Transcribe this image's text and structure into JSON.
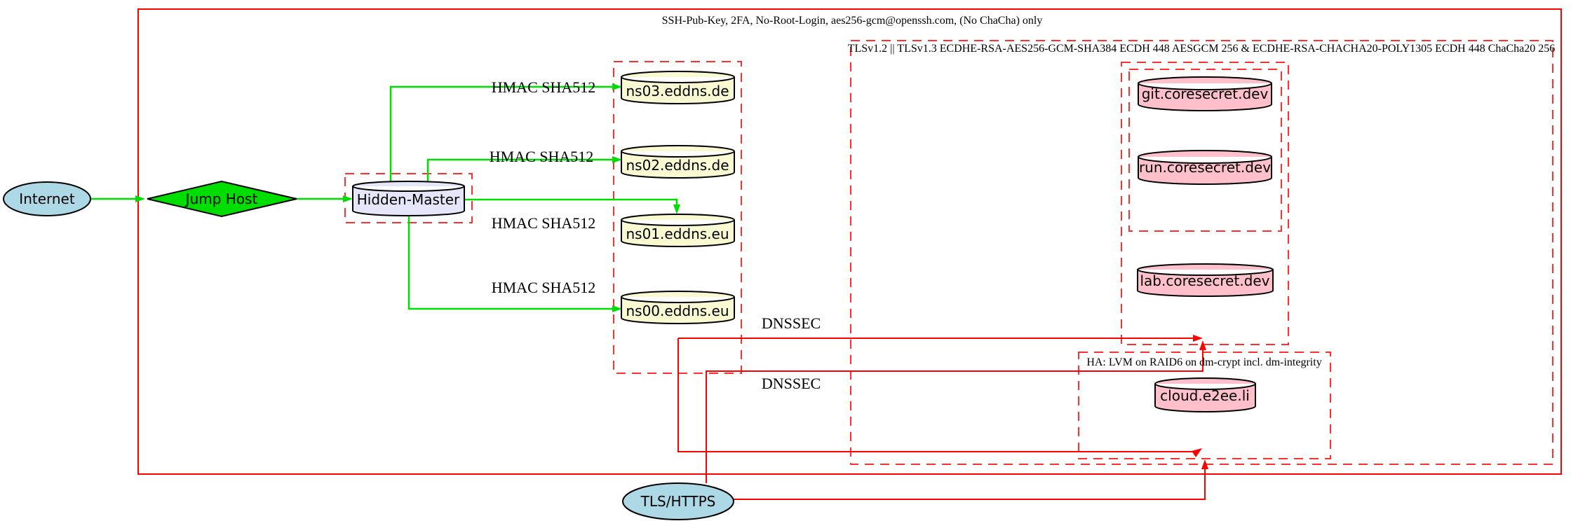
{
  "diagram": {
    "clusters": {
      "ssh": {
        "label": "SSH-Pub-Key, 2FA, No-Root-Login, aes256-gcm@openssh.com, (No ChaCha) only"
      },
      "tls": {
        "label": "TLSv1.2 || TLSv1.3 ECDHE-RSA-AES256-GCM-SHA384 ECDH 448 AESGCM 256 & ECDHE-RSA-CHACHA20-POLY1305 ECDH 448 ChaCha20 256"
      },
      "ha": {
        "label": "HA: LVM on RAID6 on dm-crypt incl. dm-integrity"
      }
    },
    "nodes": {
      "internet": {
        "label": "Internet"
      },
      "jump_host": {
        "label": "Jump Host"
      },
      "hidden_master": {
        "label": "Hidden-Master"
      },
      "ns03": {
        "label": "ns03.eddns.de"
      },
      "ns02": {
        "label": "ns02.eddns.de"
      },
      "ns01": {
        "label": "ns01.eddns.eu"
      },
      "ns00": {
        "label": "ns00.eddns.eu"
      },
      "git": {
        "label": "git.coresecret.dev"
      },
      "run": {
        "label": "run.coresecret.dev"
      },
      "lab": {
        "label": "lab.coresecret.dev"
      },
      "cloud": {
        "label": "cloud.e2ee.li"
      },
      "tls_https": {
        "label": "TLS/HTTPS"
      }
    },
    "edge_labels": {
      "hmac1": "HMAC SHA512",
      "hmac2": "HMAC SHA512",
      "hmac3": "HMAC SHA512",
      "hmac4": "HMAC SHA512",
      "dnssec1": "DNSSEC",
      "dnssec2": "DNSSEC"
    },
    "colors": {
      "edge_green": "#00dd00",
      "edge_red": "#ff0000",
      "cluster_red_dashed": "#ff2f2f",
      "node_internet_fill": "#add8e6",
      "node_tls_fill": "#add8e6",
      "node_jump_fill": "#00dd00",
      "node_master_fill": "#e6e6fa",
      "node_dns_fill": "#fafad2",
      "node_service_fill": "#ffc0cb",
      "node_stroke": "#000000"
    }
  }
}
